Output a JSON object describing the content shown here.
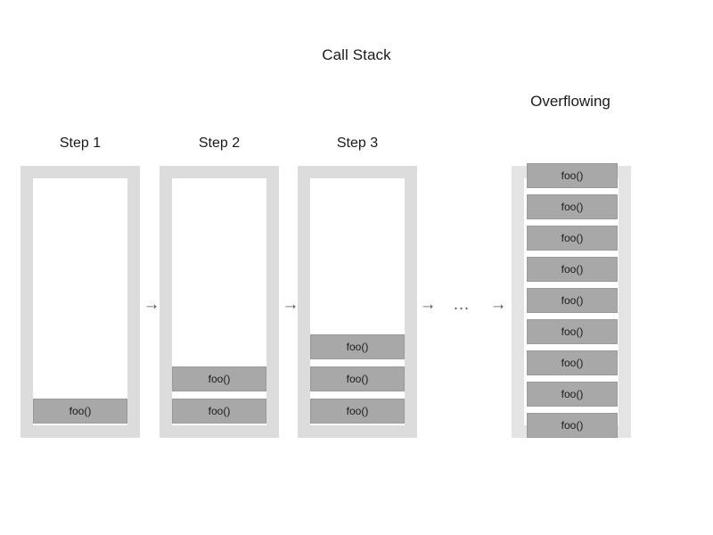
{
  "diagram": {
    "title": "Call Stack",
    "overflow_title": "Overflowing",
    "frame_label": "foo()",
    "ellipsis": "…",
    "arrow_glyph": "→",
    "colors": {
      "background": "#ffffff",
      "container_fill": "#dcdcdc",
      "container_fill_overflow": "#e4e4e4",
      "container_inner": "#ffffff",
      "frame_fill": "#a8a8a8",
      "frame_border": "#9a9a9a",
      "text": "#1a1a1a",
      "arrow": "#595959"
    },
    "steps": [
      {
        "label": "Step 1",
        "frame_count": 1,
        "frames": [
          "foo()"
        ]
      },
      {
        "label": "Step 2",
        "frame_count": 2,
        "frames": [
          "foo()",
          "foo()"
        ]
      },
      {
        "label": "Step 3",
        "frame_count": 3,
        "frames": [
          "foo()",
          "foo()",
          "foo()"
        ]
      }
    ],
    "overflow_stack": {
      "label": "Overflowing",
      "frame_count": 9,
      "frames": [
        "foo()",
        "foo()",
        "foo()",
        "foo()",
        "foo()",
        "foo()",
        "foo()",
        "foo()",
        "foo()"
      ]
    },
    "arrows": [
      "→",
      "→",
      "→",
      "→"
    ]
  }
}
